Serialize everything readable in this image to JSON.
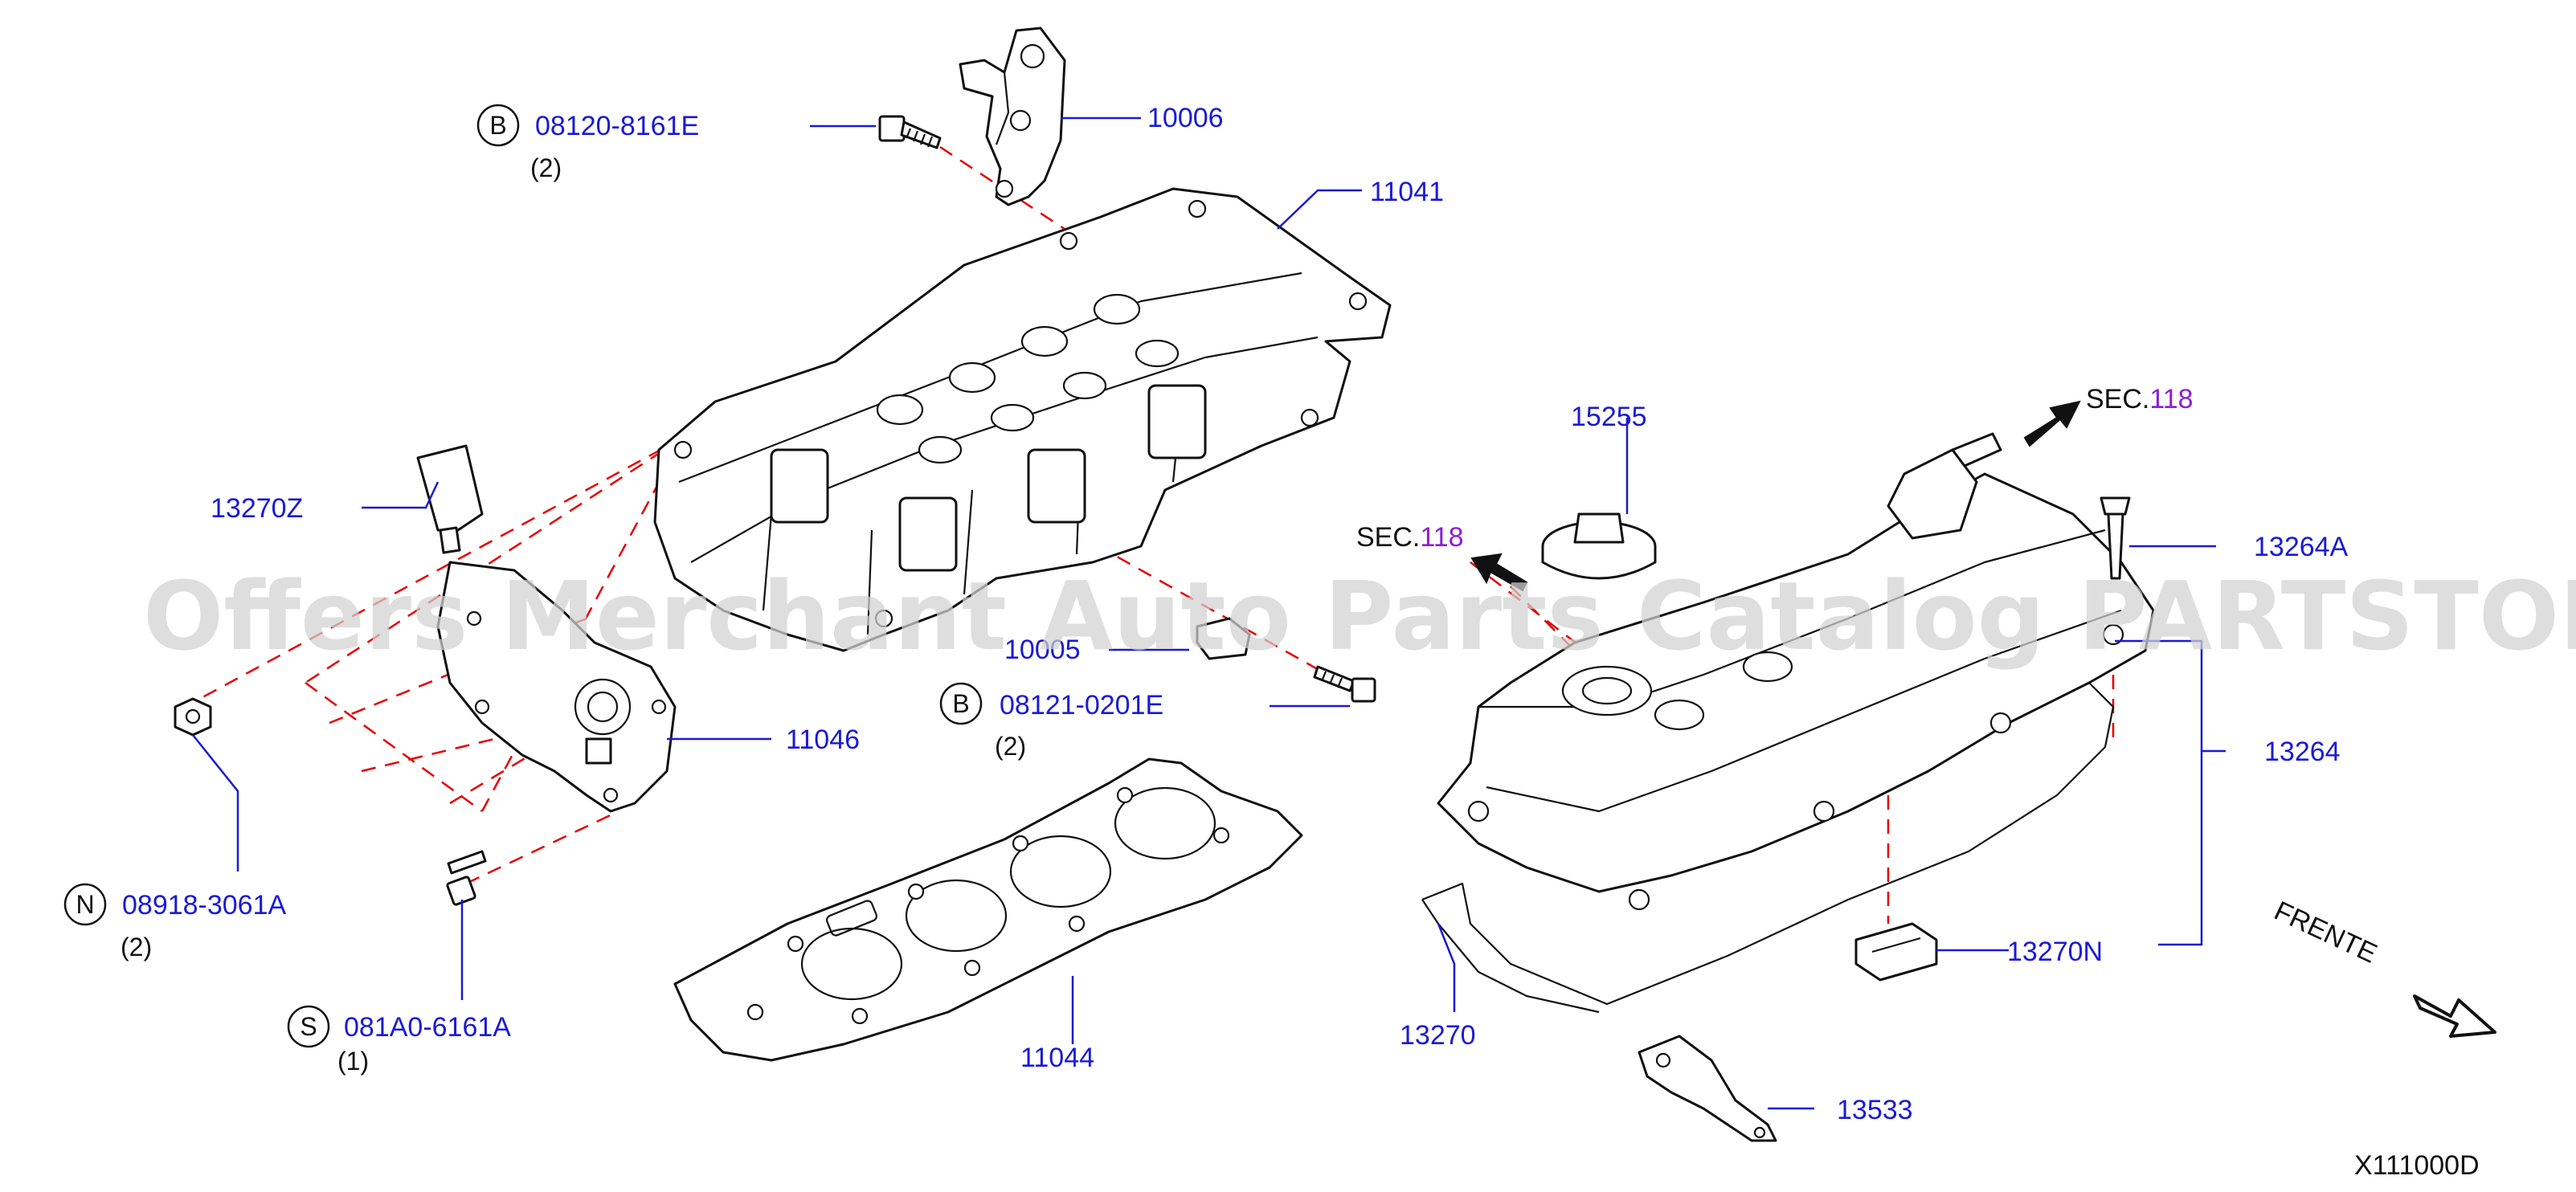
{
  "watermark": "Offers Merchant Auto Parts Catalog PARTSTORE.SA",
  "diagram_id": "X111000D",
  "direction_label": "FRENTE",
  "sec_refs": [
    {
      "prefix": "SEC.",
      "number": "118"
    },
    {
      "prefix": "SEC.",
      "number": "118"
    }
  ],
  "parts": {
    "p10006": "10006",
    "p11041": "11041",
    "p13270z": "13270Z",
    "p10005": "10005",
    "p11046": "11046",
    "p11044": "11044",
    "p15255": "15255",
    "p13264a": "13264A",
    "p13264": "13264",
    "p13270n": "13270N",
    "p13270": "13270",
    "p13533": "13533"
  },
  "fasteners": {
    "b1": {
      "letter": "B",
      "part": "08120-8161E",
      "qty": "(2)"
    },
    "b2": {
      "letter": "B",
      "part": "08121-0201E",
      "qty": "(2)"
    },
    "n1": {
      "letter": "N",
      "part": "08918-3061A",
      "qty": "(2)"
    },
    "s1": {
      "letter": "S",
      "part": "081A0-6161A",
      "qty": "(1)"
    }
  }
}
